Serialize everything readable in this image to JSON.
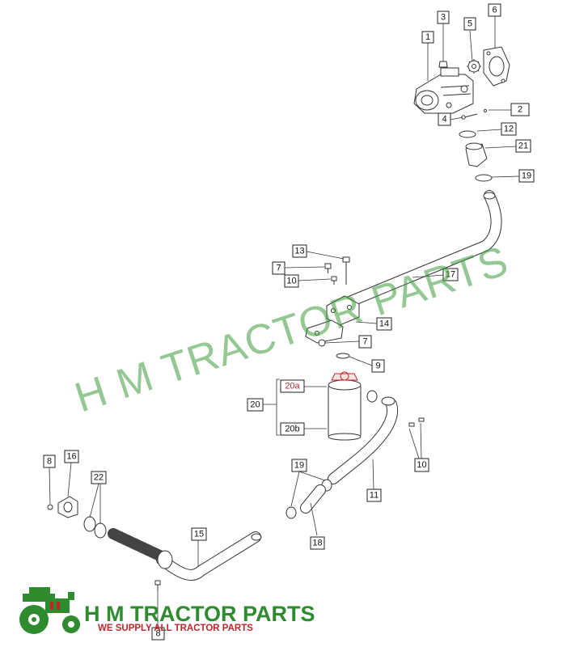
{
  "watermark": {
    "text": "H M TRACTOR PARTS",
    "color": "#3a9a3a"
  },
  "logo": {
    "name": "H M TRACTOR PARTS",
    "tagline": "WE SUPPLY ALL TRACTOR PARTS",
    "name_color": "#2e8b2e",
    "tagline_color": "#c0262b",
    "icon": "tractor-logo-icon"
  },
  "callouts": [
    {
      "id": "c1",
      "label": "1"
    },
    {
      "id": "c2",
      "label": "2"
    },
    {
      "id": "c3",
      "label": "3"
    },
    {
      "id": "c4",
      "label": "4"
    },
    {
      "id": "c5",
      "label": "5"
    },
    {
      "id": "c6",
      "label": "6"
    },
    {
      "id": "c7a",
      "label": "7"
    },
    {
      "id": "c7b",
      "label": "7"
    },
    {
      "id": "c8a",
      "label": "8"
    },
    {
      "id": "c8b",
      "label": "8"
    },
    {
      "id": "c9",
      "label": "9"
    },
    {
      "id": "c10a",
      "label": "10"
    },
    {
      "id": "c10b",
      "label": "10"
    },
    {
      "id": "c11",
      "label": "11"
    },
    {
      "id": "c12",
      "label": "12"
    },
    {
      "id": "c13",
      "label": "13"
    },
    {
      "id": "c14",
      "label": "14"
    },
    {
      "id": "c15",
      "label": "15"
    },
    {
      "id": "c16",
      "label": "16"
    },
    {
      "id": "c17",
      "label": "17"
    },
    {
      "id": "c18",
      "label": "18"
    },
    {
      "id": "c19a",
      "label": "19"
    },
    {
      "id": "c19b",
      "label": "19"
    },
    {
      "id": "c20",
      "label": "20"
    },
    {
      "id": "c20a",
      "label": "20a"
    },
    {
      "id": "c20b",
      "label": "20b"
    },
    {
      "id": "c21",
      "label": "21"
    },
    {
      "id": "c22",
      "label": "22"
    }
  ]
}
